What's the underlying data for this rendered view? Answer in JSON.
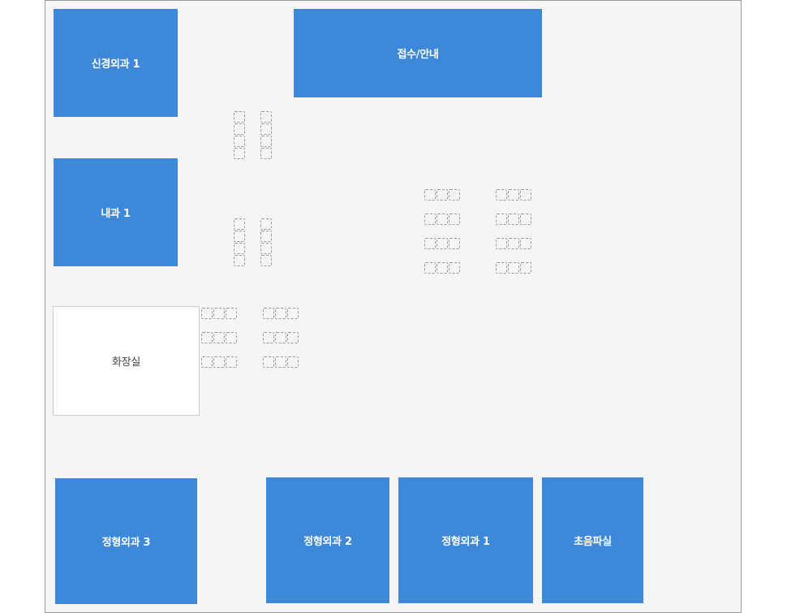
{
  "rooms": {
    "neurosurgery_1": "신경외과 1",
    "reception": "접수/안내",
    "internal_med_1": "내과 1",
    "restroom": "화장실",
    "orthopedics_3": "정형외과 3",
    "orthopedics_2": "정형외과 2",
    "orthopedics_1": "정형외과 1",
    "ultrasound": "초음파실"
  },
  "colors": {
    "room_blue": "#3d88d8",
    "floor": "#f5f5f5",
    "seat_outline": "#9a9a9a"
  }
}
